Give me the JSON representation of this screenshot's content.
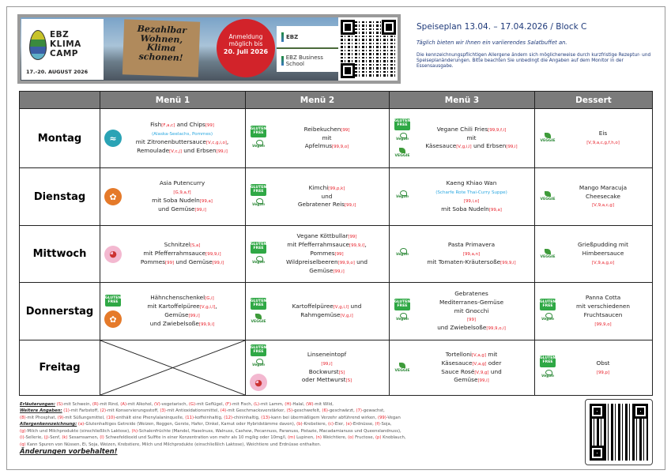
{
  "banner": {
    "logo_text": [
      "EBZ",
      "KLIMA",
      "CAMP"
    ],
    "dates": "17.-20. AUGUST 2026",
    "sign": [
      "Bezahlbar",
      "Wohnen,",
      "Klima",
      "schonen!"
    ],
    "circle_lines": [
      "Anmeldung",
      "möglich bis"
    ],
    "circle_date": "20. Juli 2026",
    "partners": [
      "EBZ",
      "EBZ Business School"
    ]
  },
  "header": {
    "title": "Speiseplan  13.04. – 17.04.2026 / Block C",
    "subtitle": "Täglich bieten wir Ihnen ein variierendes Salatbuffet an.",
    "note": "Die kennzeichnungspflichtigen Allergene ändern sich möglicherweise durch kurzfristige Rezeptur- und Speiseplanänderungen. Bitte beachten Sie unbedingt die Angaben auf dem Monitor in der Essensausgabe."
  },
  "icon_labels": {
    "gluten": "GLUTEN FREE",
    "vegan": "Vegan",
    "veggie": "VEGGIE",
    "fish": "≈",
    "chicken": "✿",
    "pig": "◕"
  },
  "columns": [
    "",
    "Menü 1",
    "Menü 2",
    "Menü 3",
    "Dessert"
  ],
  "rows": [
    {
      "day": "Montag",
      "cells": [
        {
          "icons": [
            "fish"
          ],
          "lines": [
            "Fish[F,a,c] and Chips[99]",
            "~(Alaska-Seelachs, Pommes)",
            "mit Zitronenbuttersauce[V,c,g,i,o],",
            "Remoulade[V,c,j]  und Erbsen[99,i]"
          ]
        },
        {
          "icons": [
            "gluten",
            "vegan"
          ],
          "lines": [
            "Reibekuchen[99]",
            "mit",
            "Apfelmus[99,9,o]"
          ]
        },
        {
          "icons": [
            "gluten",
            "vegan",
            "veggie"
          ],
          "lines": [
            "Vegane Chili Fries[99,9,f,i]",
            "mit",
            "Käsesauce[V,g,i,l] und Erbsen[99,i]"
          ]
        },
        {
          "icons": [
            "veggie"
          ],
          "lines": [
            "Eis",
            "[V,9,a,c,g,f,h,o]"
          ]
        }
      ]
    },
    {
      "day": "Dienstag",
      "cells": [
        {
          "icons": [
            "chicken"
          ],
          "lines": [
            "Asia Putencurry",
            "[G,9,a,f]",
            "mit Soba Nudeln[99,a]",
            "und Gemüse[99,i]"
          ]
        },
        {
          "icons": [
            "gluten",
            "vegan"
          ],
          "lines": [
            "Kimchi[99,p,k]",
            "und",
            "Gebratener Reis[99,i]"
          ]
        },
        {
          "icons": [
            "vegan"
          ],
          "lines": [
            "Kaeng Khiao Wan",
            "~(Scharfe Rote Thai-Curry Suppe)",
            "[99,i,o]",
            "mit Soba Nudeln[99,a]"
          ]
        },
        {
          "icons": [
            "veggie"
          ],
          "lines": [
            "Mango Maracuja",
            "Cheesecake",
            "[V,9,a,c,g]"
          ]
        }
      ]
    },
    {
      "day": "Mittwoch",
      "cells": [
        {
          "icons": [
            "pig"
          ],
          "lines": [
            "Schnitzel[S,a]",
            "mit Pfefferrahmsauce[99,9,i]",
            "Pommes[99] und Gemüse[99,i]"
          ]
        },
        {
          "icons": [
            "gluten",
            "vegan"
          ],
          "lines": [
            "Vegane Köttbullar[99]",
            "mit Pfefferrahmsauce[99,9,i],",
            "Pommes[99]",
            "Wildpreiselbeeren[99,9,o] und",
            "Gemüse[99,i]"
          ]
        },
        {
          "icons": [
            "vegan"
          ],
          "lines": [
            "Pasta Primavera",
            "[99,a,n]",
            "mit Tomaten-Kräutersoße[99,9,i]"
          ]
        },
        {
          "icons": [
            "veggie"
          ],
          "lines": [
            "Grießpudding mit",
            "Himbeersauce",
            "[V,9,a,g,o]"
          ]
        }
      ]
    },
    {
      "day": "Donnerstag",
      "cells": [
        {
          "icons": [
            "gluten",
            "chicken"
          ],
          "lines": [
            "Hähnchenschenkel[G,i]",
            "mit Kartoffelpüree[V,g,i,l],",
            "Gemüse[99,i]",
            "und Zwiebelsoße[99,9,i]"
          ]
        },
        {
          "icons": [
            "gluten",
            "veggie"
          ],
          "lines": [
            "Kartoffelpüree[V,g,i,l] und",
            "Rahmgemüse[V,g,i]"
          ]
        },
        {
          "icons": [
            "gluten",
            "vegan"
          ],
          "lines": [
            "Gebratenes",
            "Mediterranes-Gemüse",
            "mit Gnocchi",
            "[99]",
            "und Zwiebelsoße[99,9,o,i]"
          ]
        },
        {
          "icons": [
            "gluten",
            "vegan"
          ],
          "lines": [
            "Panna Cotta",
            "mit verschiedenen",
            "Fruchtsaucen",
            "[99,9,o]"
          ]
        }
      ]
    },
    {
      "day": "Freitag",
      "cells": [
        {
          "crossed": true,
          "icons": [],
          "lines": []
        },
        {
          "icons": [
            "gluten",
            "vegan",
            "pig"
          ],
          "lines": [
            "Linseneintopf",
            "[99,i]",
            "Bockwurst[S]",
            "oder  Mettwurst[S]"
          ]
        },
        {
          "icons": [
            "veggie"
          ],
          "lines": [
            "Tortelloni[V,a,g] mit",
            "Käsesauce[V,a,g] oder",
            "Sauce Rosé[V,9,g] und",
            "Gemüse[99,i]"
          ]
        },
        {
          "icons": [
            "gluten",
            "vegan"
          ],
          "lines": [
            "Obst",
            "[99,p]"
          ]
        }
      ]
    }
  ],
  "footer": {
    "lines": [
      {
        "h": "Erläuterungen:",
        "t": " (S)-mit Schwein, (R)-mit Rind, (A)-mit Alkohol, (V)-vegetarisch, (G)-mit Geflügel, (F)-mit Fisch, (L)-mit Lamm, (H)-Halal, (W)-mit Wild,"
      },
      {
        "h": "Weitere Angaben:",
        "t": " (1)-mit Farbstoff, (2)-mit Konservierungsstoff, (3)-mit Antioxidationsmittel, (4)-mit Geschmacksverstärker, (5)-geschwefelt, (6)-geschwärzt, (7)-gewachst,"
      },
      {
        "h": "",
        "t": "(8)-mit Phosphat, (9)-mit Süßungsmittel, (10)-enthält eine Phenylalaninquelle, (11)-koffeinhaltig, (12)-chininhaltig, (13)-kann bei übermäßigem Verzehr abführend wirken, (99)-Vegan"
      },
      {
        "h": "Allergenkennzeichnung:",
        "t": " (a)-Glutenhaltiges Getreide (Weizen, Roggen, Gerste, Hafer, Dinkel, Kamut oder Hybridstämme davon), (b)-Krebstiere, (c)-Eier, (e)-Erdnüsse, (f)-Soja,"
      },
      {
        "h": "",
        "t": "(g)-Milch und Milchprodukte (einschließlich Laktose), (h)-Schalenfrüchte (Mandel, Haselnuss, Walnuss, Cashew, Pecannuss, Paranuss, Pistazie, Macadamianuss und Queenslandnuss),"
      },
      {
        "h": "",
        "t": "(i)-Sellerie, (j)-Senf, (k) Sesamsamen, (l) Schwefeldioxid und Sulfite in einer Konzentration von mehr als 10 mg/kg oder 10mg/l, (m) Lupinen, (n) Weichtiere, (o) Fructose, (p) Knoblauch,"
      },
      {
        "h": "",
        "t": "(q) Kann Spuren von Nüssen, Ei, Soja, Weizen, Krebstiere, Milch und Milchprodukte (einschließlich Laktose), Weichtiere und Erdnüsse enthalten."
      }
    ],
    "closing": "Änderungen vorbehalten!"
  }
}
